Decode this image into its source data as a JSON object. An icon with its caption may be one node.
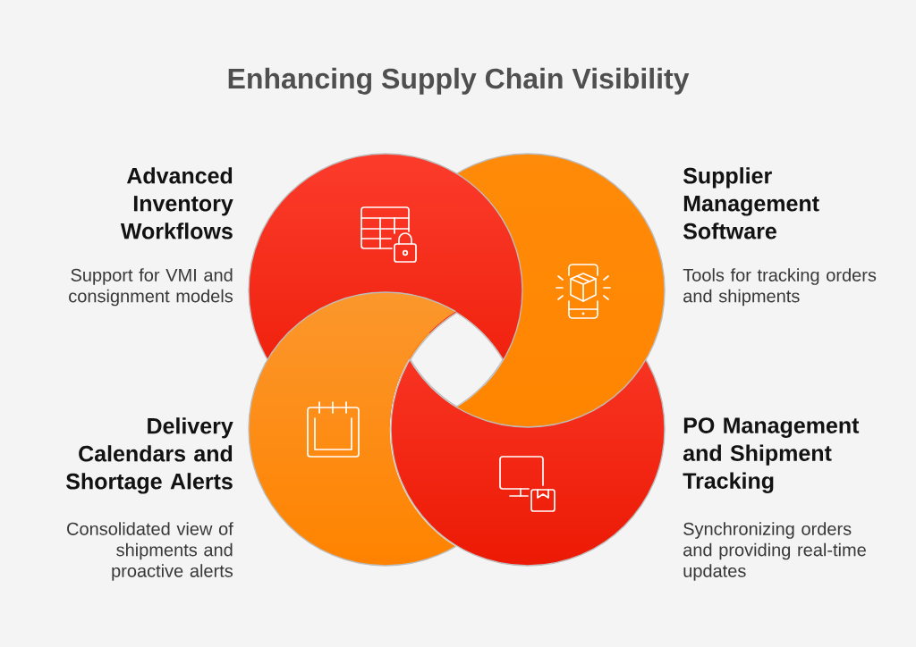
{
  "diagram": {
    "title": "Enhancing Supply Chain Visibility",
    "labels": [
      "Advanced Inventory Workflows",
      "Support for VMI and consignment models",
      "Supplier Management Software",
      "Tools for tracking orders and shipments",
      "Delivery Calendars and Shortage Alerts",
      "Consolidated view of shipments and proactive alerts",
      "PO Management and Shipment Tracking",
      "Synchronizing orders and providing real-time updates"
    ]
  }
}
